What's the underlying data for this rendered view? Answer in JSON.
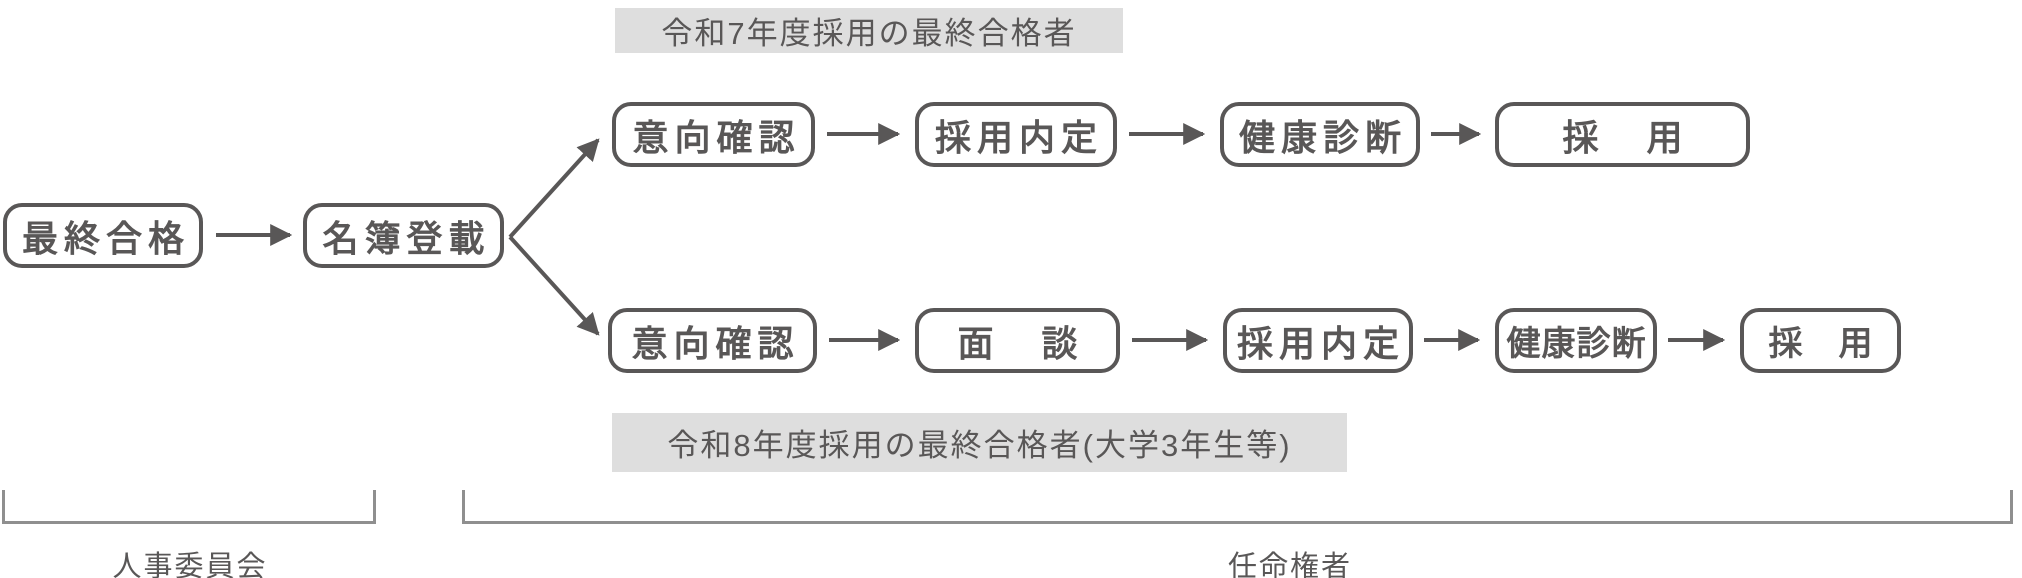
{
  "colors": {
    "ink": "#595757",
    "banner_bg": "#dedede",
    "bracket_line": "#8f8f8f"
  },
  "banners": {
    "top": "令和7年度採用の最終合格者",
    "bottom": "令和8年度採用の最終合格者(大学3年生等)"
  },
  "entry_flow": {
    "final_pass": "最終合格",
    "roster": "名簿登載"
  },
  "reiwa7_flow": {
    "steps": [
      "意向確認",
      "採用内定",
      "健康診断",
      "採　用"
    ]
  },
  "reiwa8_flow": {
    "steps": [
      "意向確認",
      "面　談",
      "採用内定",
      "健康診断",
      "採　用"
    ]
  },
  "authorities": {
    "left": "人事委員会",
    "right": "任命権者"
  }
}
